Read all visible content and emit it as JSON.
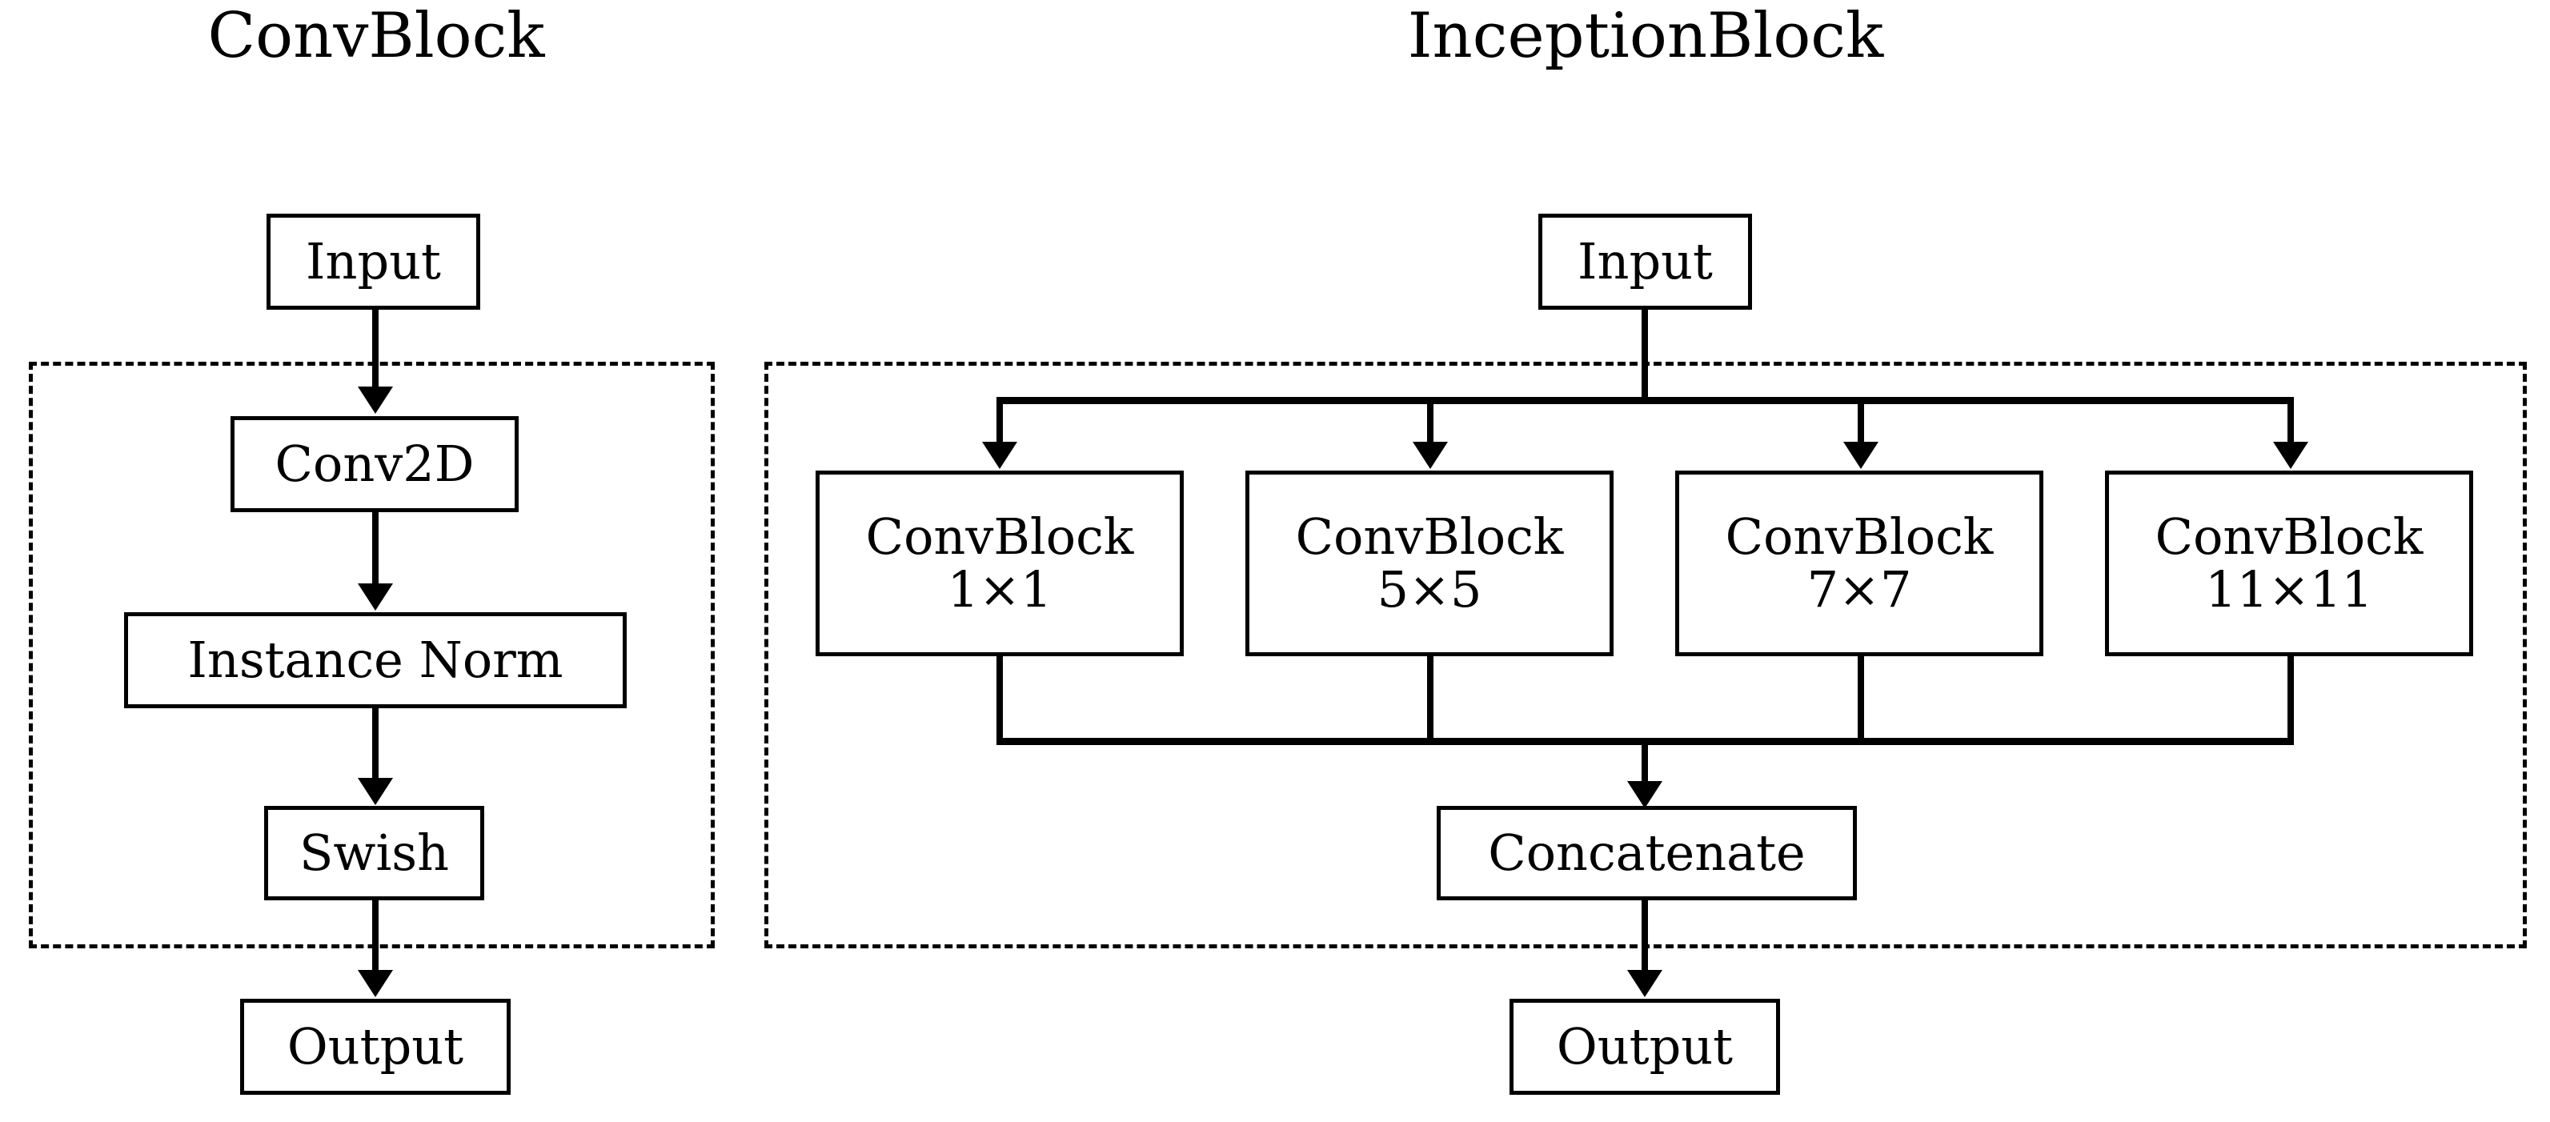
{
  "diagram": {
    "type": "block-diagram",
    "background_color": "#ffffff",
    "line_color": "#000000",
    "panels": [
      {
        "title": "ConvBlock",
        "dashed_group_label": "",
        "nodes": [
          "Input",
          "Conv2D",
          "Instance Norm",
          "Swish",
          "Output"
        ]
      },
      {
        "title": "InceptionBlock",
        "dashed_group_label": "",
        "nodes": [
          "Input",
          "ConvBlock 1×1",
          "ConvBlock 5×5",
          "ConvBlock 7×7",
          "ConvBlock 11×11",
          "Concatenate",
          "Output"
        ]
      }
    ]
  },
  "left_panel": {
    "title": "ConvBlock",
    "input": {
      "label": "Input"
    },
    "conv2d": {
      "label": "Conv2D"
    },
    "instance_norm": {
      "label": "Instance Norm"
    },
    "swish": {
      "label": "Swish"
    },
    "output": {
      "label": "Output"
    }
  },
  "right_panel": {
    "title": "InceptionBlock",
    "input": {
      "label": "Input"
    },
    "branches": [
      {
        "line1": "ConvBlock",
        "line2": "1×1"
      },
      {
        "line1": "ConvBlock",
        "line2": "5×5"
      },
      {
        "line1": "ConvBlock",
        "line2": "7×7"
      },
      {
        "line1": "ConvBlock",
        "line2": "11×11"
      }
    ],
    "concatenate": {
      "label": "Concatenate"
    },
    "output": {
      "label": "Output"
    }
  }
}
